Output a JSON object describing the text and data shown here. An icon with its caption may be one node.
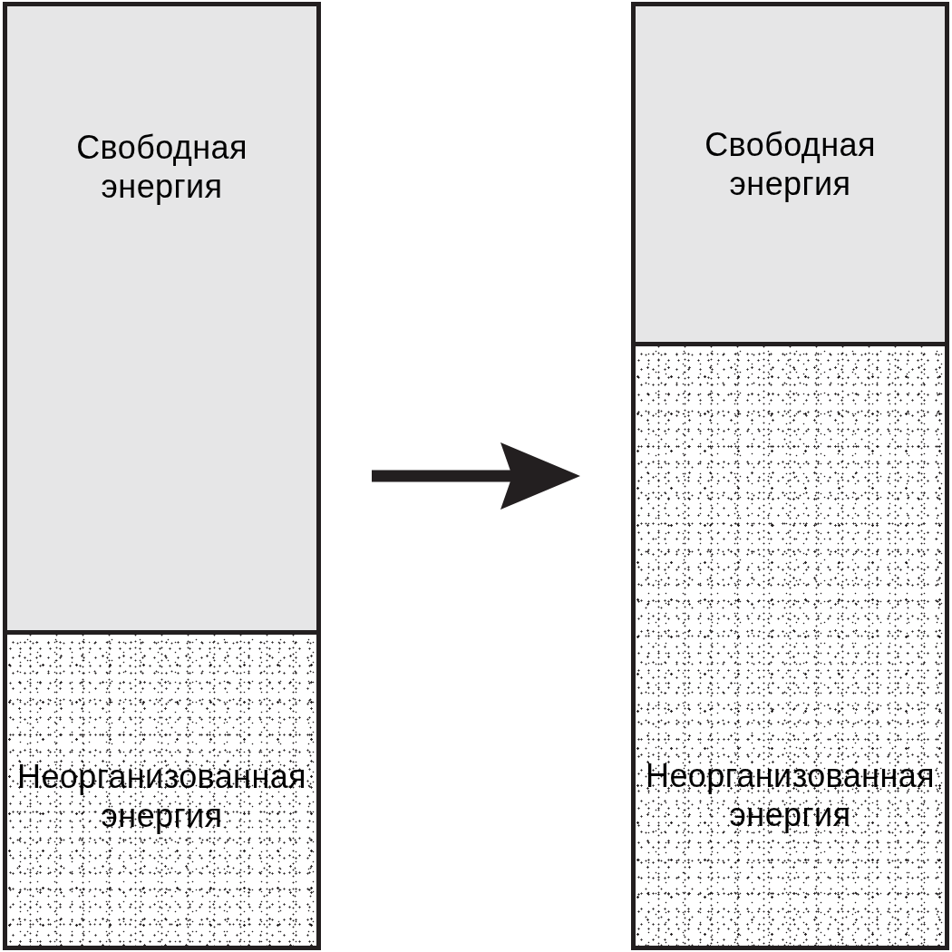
{
  "diagram": {
    "nodes": [
      {
        "text": [],
        "shape": "box"
      },
      {
        "text": [
          "Свободная энергия"
        ],
        "in": 0
      },
      {
        "text": [
          "Неорганизованная энергия"
        ],
        "in": 0
      },
      {
        "text": [],
        "shape": "box"
      },
      {
        "text": [
          "Свободная энергия"
        ],
        "in": 3
      },
      {
        "text": [
          "Неорганизованная энергия"
        ],
        "in": 3
      }
    ],
    "edges": [
      {
        "from": 0,
        "to": 3,
        "arrow": "to"
      }
    ]
  }
}
